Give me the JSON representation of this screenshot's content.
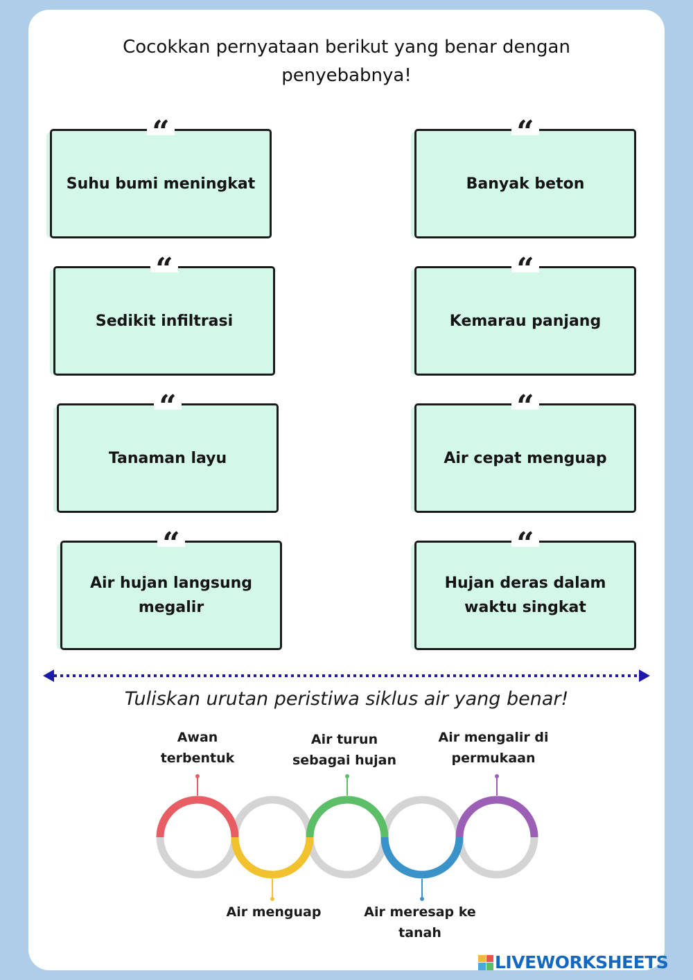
{
  "instruction": {
    "line1": "Cocokkan pernyataan berikut yang benar dengan",
    "line2": "penyebabnya!"
  },
  "quote_glyph": "“",
  "statements_left": [
    "Suhu bumi meningkat",
    "Sedikit infiltrasi",
    "Tanaman layu",
    "Air hujan langsung megalir"
  ],
  "causes_right": [
    "Banyak beton",
    "Kemarau panjang",
    "Air cepat menguap",
    "Hujan deras dalam waktu singkat"
  ],
  "cycle_title": "Tuliskan urutan peristiwa siklus air yang benar!",
  "cycle_steps": [
    {
      "label": "Awan terbentuk",
      "color": "#e85d64"
    },
    {
      "label": "Air menguap",
      "color": "#f2c12e"
    },
    {
      "label": "Air turun sebagai hujan",
      "color": "#5cbe67"
    },
    {
      "label": "Air meresap ke tanah",
      "color": "#3a93c8"
    },
    {
      "label": "Air mengalir di permukaan",
      "color": "#9b5fb5"
    }
  ],
  "colors": {
    "background": "#aecde9",
    "card_fill": "#d3f7e9",
    "ring_gray": "#d4d4d4",
    "divider": "#1e1aa8",
    "brand": "#1568c0"
  },
  "branding": {
    "logo_icon": "liveworksheets-icon",
    "logo_text": "LIVEWORKSHEETS"
  }
}
